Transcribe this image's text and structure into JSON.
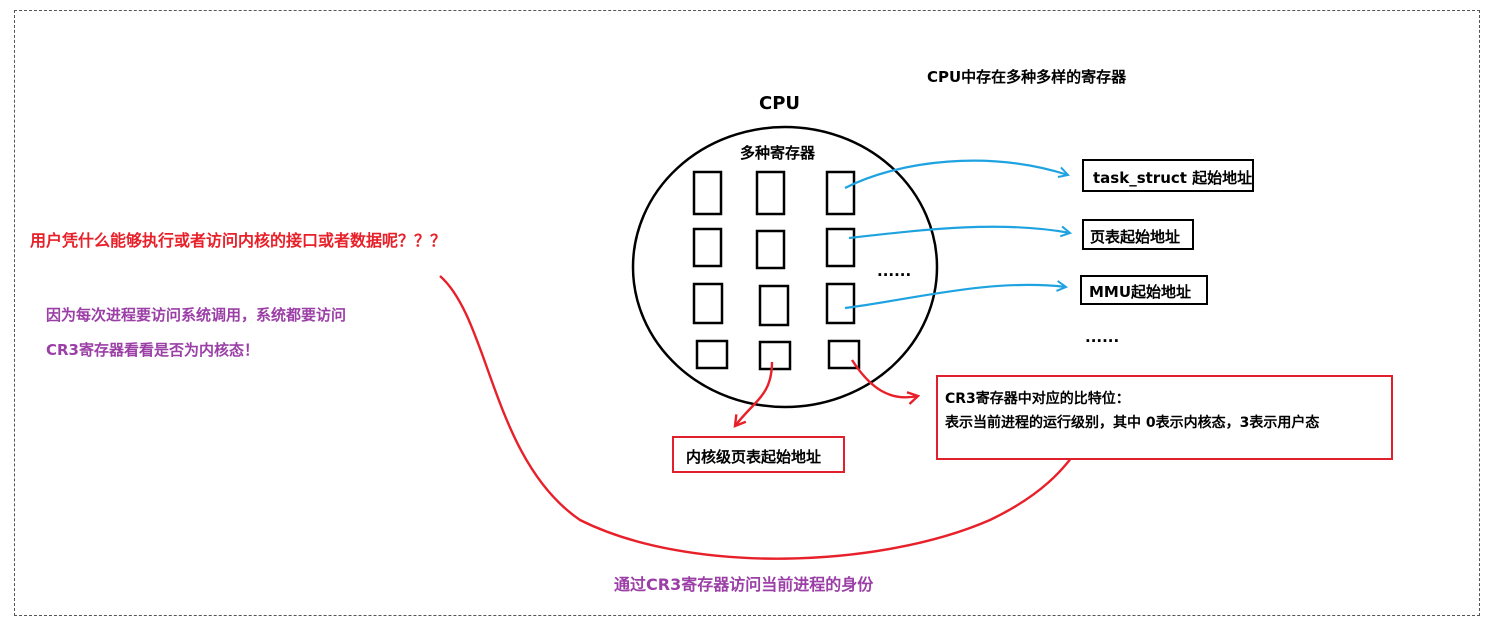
{
  "cpu_label": "CPU",
  "heading": "CPU中存在多种多样的寄存器",
  "registers_label": "多种寄存器",
  "cpu_dots": "......",
  "list_dots": "......",
  "targets": {
    "task_struct": "task_struct 起始地址",
    "page_table": "页表起始地址",
    "mmu": "MMU起始地址",
    "kernel_page_table": "内核级页表起始地址"
  },
  "cr3_box": {
    "line1": "CR3寄存器中对应的比特位：",
    "line2": "表示当前进程的运行级别，其中 0表示内核态，3表示用户态"
  },
  "question": "用户凭什么能够执行或者访问内核的接口或者数据呢？？？",
  "answer": {
    "line1": "因为每次进程要访问系统调用，系统都要访问",
    "line2": "CR3寄存器看看是否为内核态！"
  },
  "bottom_caption": "通过CR3寄存器访问当前进程的身份",
  "colors": {
    "blue_arrow": "#1fa3e0",
    "red": "#e8202a",
    "purple": "#9b3fa7",
    "black": "#000000"
  }
}
